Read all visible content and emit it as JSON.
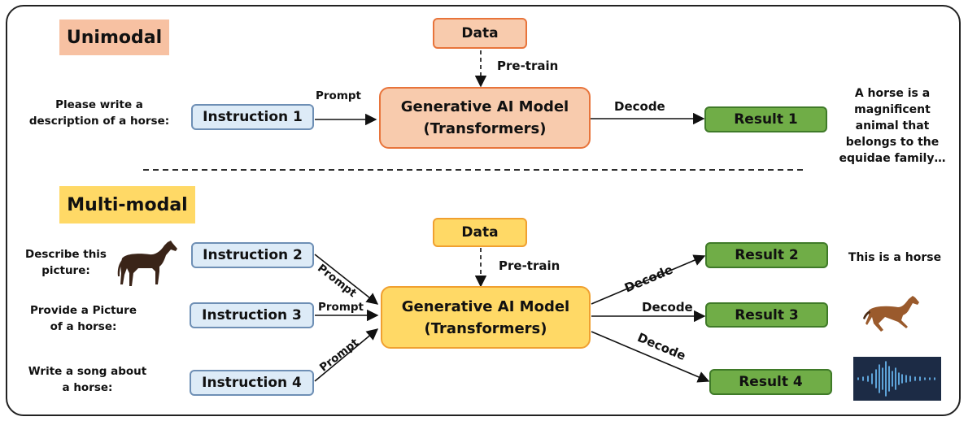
{
  "unimodal": {
    "title": "Unimodal",
    "data_label": "Data",
    "pretrain_label": "Pre-train",
    "prompt_text": "Please write a description of a horse:",
    "prompt_label": "Prompt",
    "instruction": "Instruction 1",
    "model_line1": "Generative AI Model",
    "model_line2": "(Transformers)",
    "decode_label": "Decode",
    "result": "Result 1",
    "result_text": "A horse is a magnificent animal that belongs to the equidae family…"
  },
  "multimodal": {
    "title": "Multi-modal",
    "data_label": "Data",
    "pretrain_label": "Pre-train",
    "model_line1": "Generative AI Model",
    "model_line2": "(Transformers)",
    "inputs": [
      {
        "prompt_text": "Describe this picture:",
        "instruction": "Instruction 2",
        "prompt_label": "Prompt"
      },
      {
        "prompt_text": "Provide  a Picture of a horse:",
        "instruction": "Instruction 3",
        "prompt_label": "Prompt"
      },
      {
        "prompt_text": "Write a song about a horse:",
        "instruction": "Instruction 4",
        "prompt_label": "Prompt"
      }
    ],
    "outputs": [
      {
        "decode_label": "Decode",
        "result": "Result 2",
        "output_text": "This is a horse"
      },
      {
        "decode_label": "Decode",
        "result": "Result 3"
      },
      {
        "decode_label": "Decode",
        "result": "Result 4"
      }
    ]
  },
  "icons": [
    "horse-photo-icon",
    "running-horse-icon",
    "audio-waveform-icon"
  ],
  "colors": {
    "unimodal_fill": "#f8cbad",
    "unimodal_border": "#e8743b",
    "multimodal_fill": "#ffd966",
    "multimodal_border": "#f0a030",
    "instruction_fill": "#ddebf7",
    "instruction_border": "#6e8fb5",
    "result_fill": "#70ad47",
    "result_border": "#3f7a28",
    "waveform_bg": "#1c2b45",
    "waveform_line": "#6fc3ff"
  }
}
